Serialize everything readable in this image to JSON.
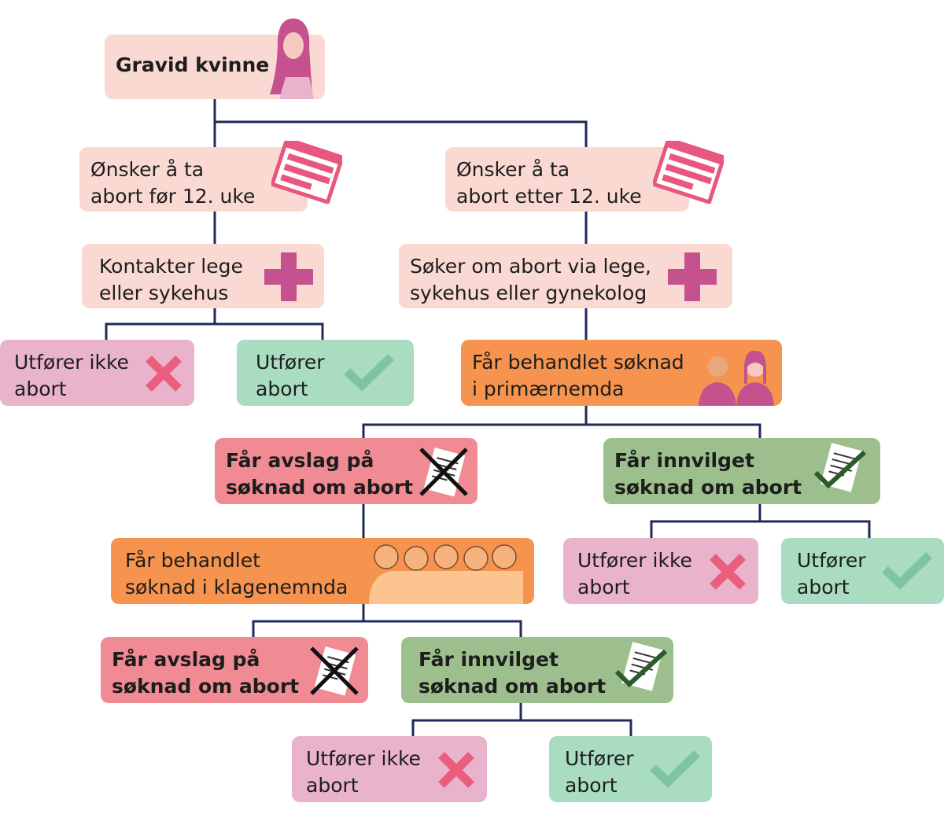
{
  "root": "Gravid kvinne",
  "before12": "Ønsker å ta\nabort før 12. uke",
  "after12": "Ønsker å ta\nabort etter 12. uke",
  "contact": "Kontakter lege\neller sykehus",
  "apply": "Søker om abort via lege,\nsykehus eller gynekolog",
  "no_abort": "Utfører ikke\nabort",
  "abort": "Utfører\nabort",
  "primary": "Får behandlet søknad\ni primærnemda",
  "rejected": "Får avslag på\nsøknad om abort",
  "granted": "Får innvilget\nsøknad om abort",
  "appeal": "Får behandlet\nsøknad i klagenemnda",
  "colors": {
    "line": "#1f2a5a",
    "light_pink": "#fbd9d3",
    "pink": "#e8b3cb",
    "light_green": "#a9dcc1",
    "orange": "#f6944f",
    "red": "#f08a93",
    "green": "#9dbf8d"
  }
}
